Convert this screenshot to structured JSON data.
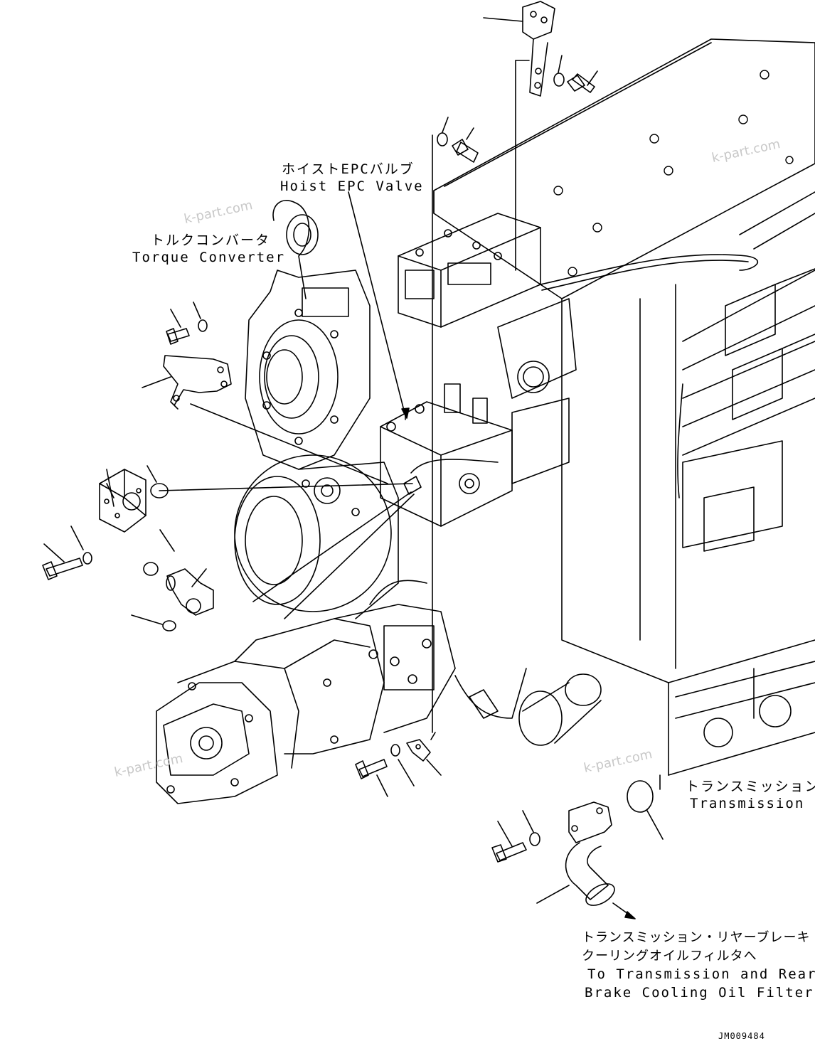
{
  "labels": {
    "hoist_epc_jp": "ホイストEPCバルブ",
    "hoist_epc_en": "Hoist EPC Valve",
    "torque_jp": "トルクコンバータ",
    "torque_en": "Torque Converter",
    "transmission_jp": "トランスミッション",
    "transmission_en": "Transmission",
    "filter_jp_1": "トランスミッション・リヤーブレーキ",
    "filter_jp_2": "クーリングオイルフィルタへ",
    "filter_en_1": "To Transmission and Rear",
    "filter_en_2": "Brake Cooling Oil Filter"
  },
  "watermark": "k-part.com",
  "drawing_code": "JM009484",
  "colors": {
    "line": "#000000",
    "watermark": "#c8c8c8",
    "background": "#ffffff"
  }
}
